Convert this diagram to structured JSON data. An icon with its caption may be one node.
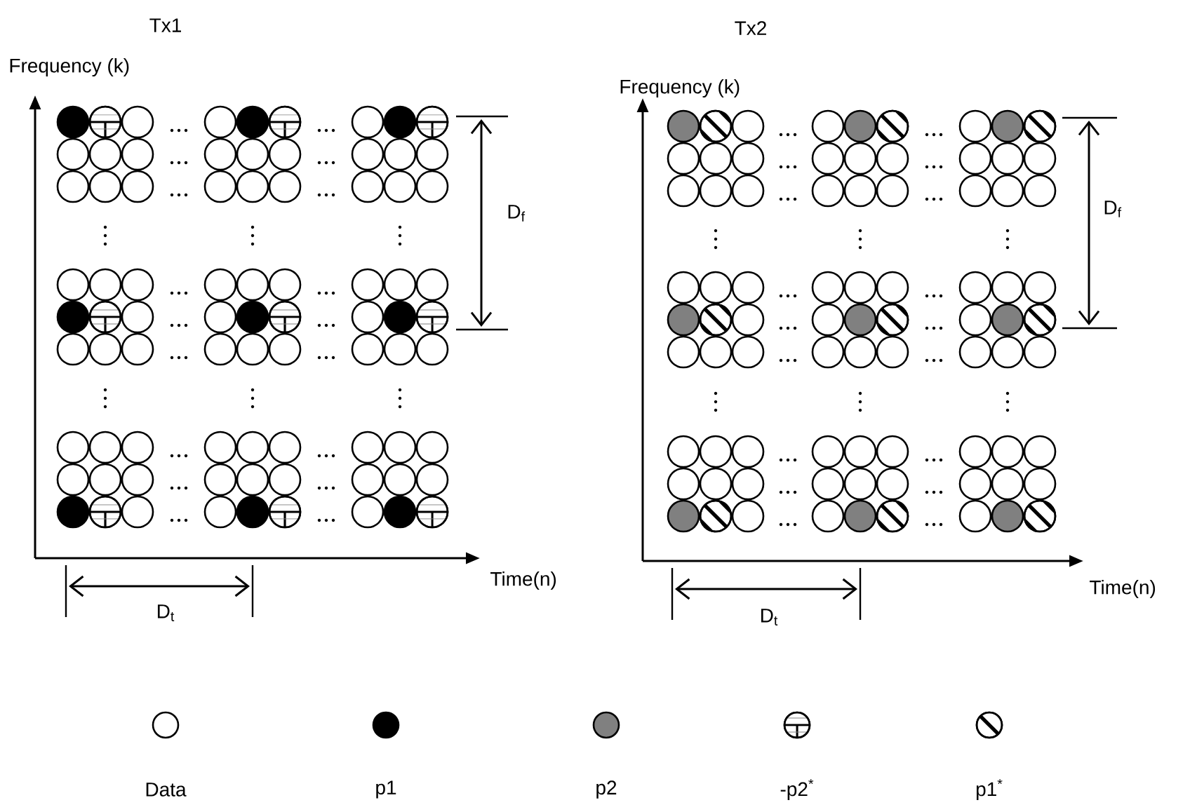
{
  "diagram": {
    "labels": [
      "Tx1",
      "Tx2",
      "Frequency (k)",
      "Frequency (k)",
      "D$_{f}$",
      "D$_{f}$",
      "Time(n)",
      "D$_{t}$",
      "Time(n)",
      "D$_{t}$"
    ],
    "legend": [
      {
        "text": "Data"
      },
      {
        "text": "p1",
        "color": "#000000"
      },
      {
        "text": "p2",
        "color": "#808080"
      },
      {
        "text": "-p2$^{*}$"
      },
      {
        "text": "p1$^{*}$"
      }
    ]
  }
}
